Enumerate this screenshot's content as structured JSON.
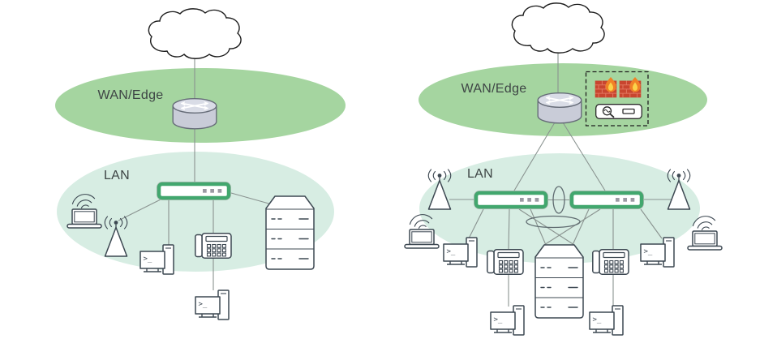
{
  "labels": {
    "wan_edge": "WAN/Edge",
    "lan": "LAN"
  },
  "icons": {
    "terminal_prompt": ">_"
  },
  "colors": {
    "wan_ellipse": "#a5d5a0",
    "lan_ellipse": "#d7ede3",
    "switch_green": "#42a76e",
    "switch_halo": "#adb8b0",
    "switch_port": "#9c9ba4",
    "router_body": "#c9ccd8",
    "router_top": "#d9dce6",
    "router_outline": "#666c78",
    "connector_line": "#8a9390",
    "device_outline": "#3d4852",
    "cloud_outline": "#1c1c1c",
    "firewall_brick": "#c8452f",
    "firewall_mortar": "#e2765f",
    "firewall_flame_outer": "#f08127",
    "firewall_flame_inner": "#fbd34a",
    "label_text": "#3e4545"
  },
  "topology": {
    "left_diagram": {
      "zones": [
        {
          "name": "WAN/Edge",
          "devices": [
            "internet-cloud",
            "edge-router"
          ]
        },
        {
          "name": "LAN",
          "devices": [
            "access-switch",
            "wireless-access-point",
            "wireless-laptop",
            "desktop-pc",
            "ip-phone",
            "desktop-pc-behind-phone",
            "server"
          ]
        }
      ]
    },
    "right_diagram": {
      "zones": [
        {
          "name": "WAN/Edge",
          "devices": [
            "internet-cloud",
            "edge-router",
            "firewall",
            "firewall",
            "traffic-inspection-appliance"
          ]
        },
        {
          "name": "LAN",
          "devices": [
            "access-switch-left",
            "access-switch-right",
            "switch-stack-link",
            "link-aggregation-to-server",
            "wireless-access-point-left",
            "wireless-access-point-right",
            "wireless-laptop-left",
            "wireless-laptop-right",
            "desktop-pc-left",
            "desktop-pc-right",
            "ip-phone-left",
            "ip-phone-right",
            "desktop-pc-behind-left-phone",
            "desktop-pc-behind-right-phone",
            "dual-homed-server"
          ]
        }
      ]
    }
  }
}
